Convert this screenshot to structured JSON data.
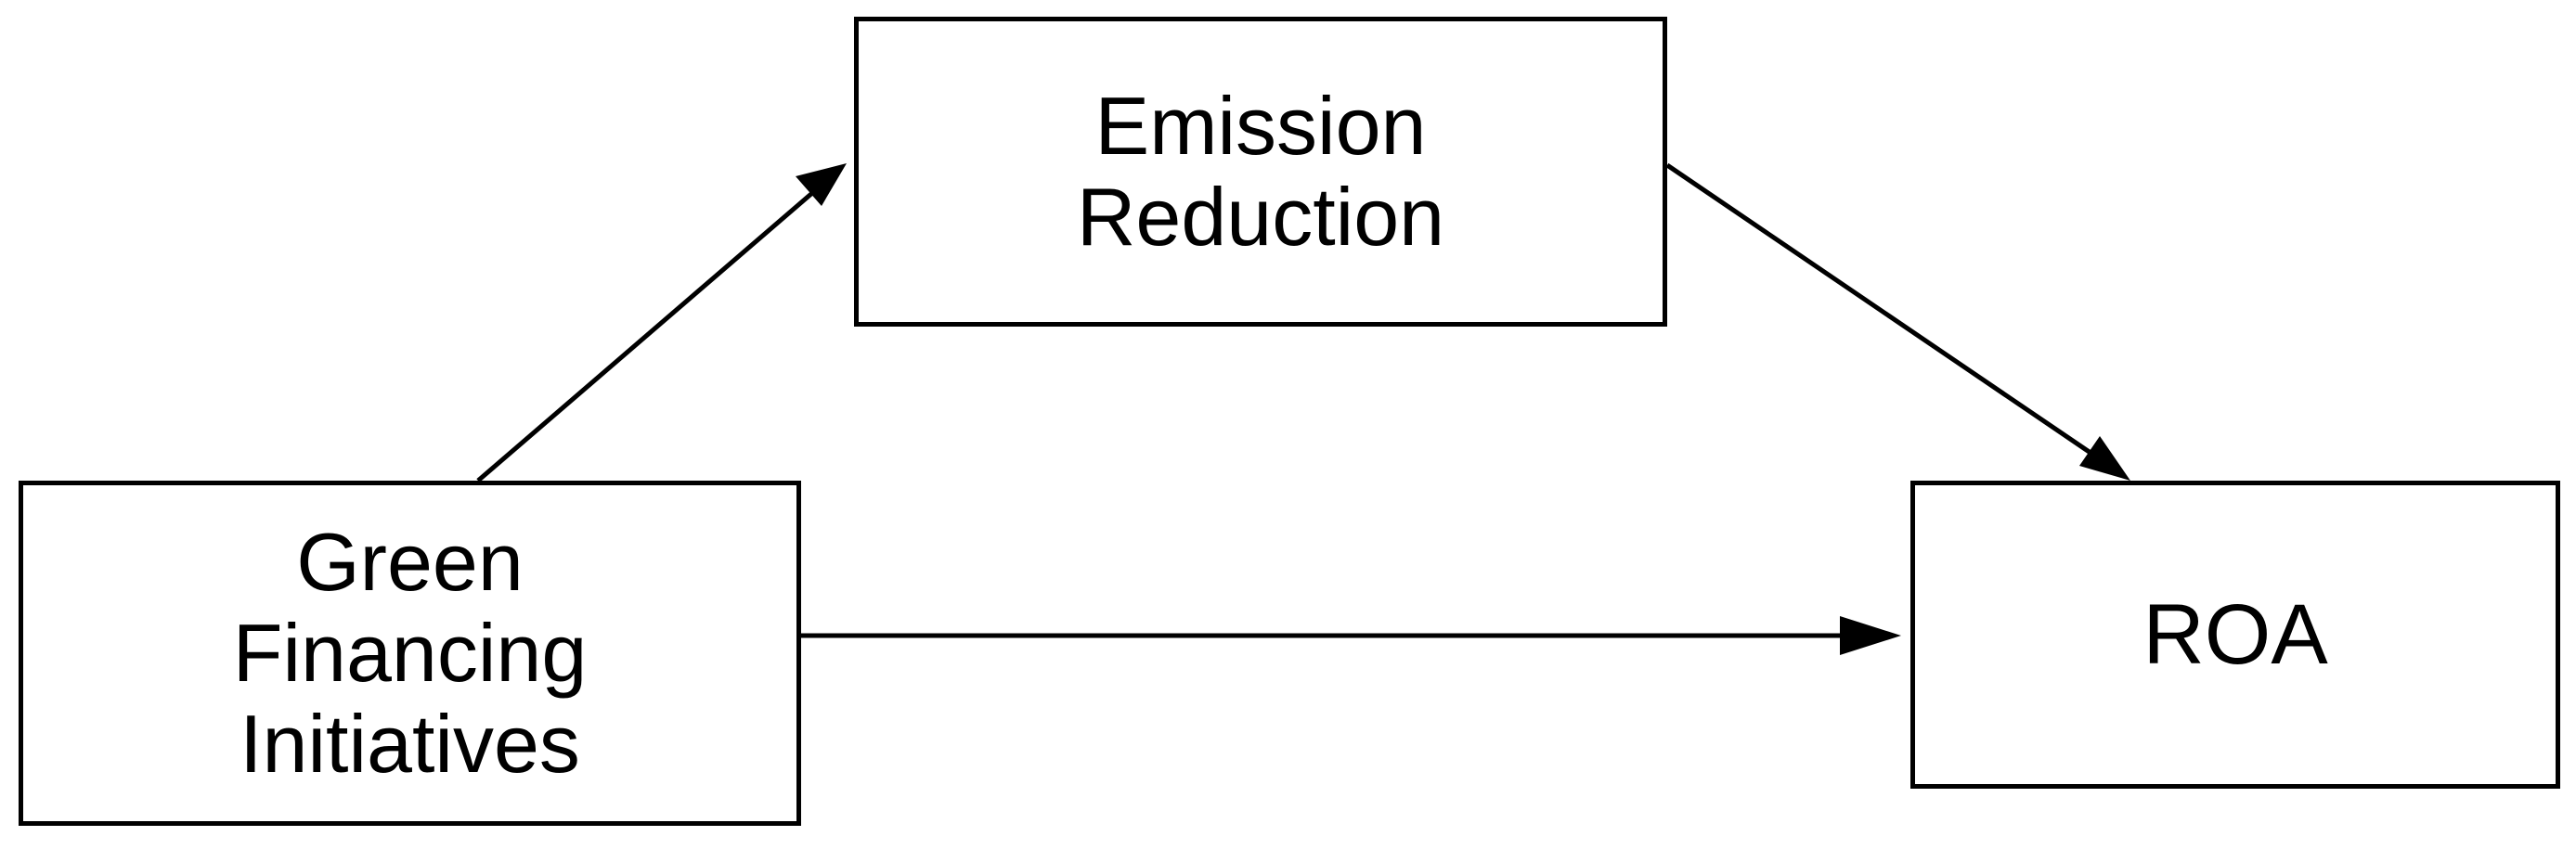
{
  "diagram": {
    "type": "mediation-path-diagram",
    "nodes": {
      "mediator": {
        "label": "Emission\nReduction"
      },
      "independent": {
        "label": "Green\nFinancing\nInitiatives"
      },
      "dependent": {
        "label": "ROA"
      }
    },
    "edges": [
      {
        "from": "independent",
        "to": "mediator"
      },
      {
        "from": "mediator",
        "to": "dependent"
      },
      {
        "from": "independent",
        "to": "dependent"
      }
    ],
    "colors": {
      "stroke": "#000000",
      "background": "#ffffff",
      "text": "#000000"
    }
  }
}
